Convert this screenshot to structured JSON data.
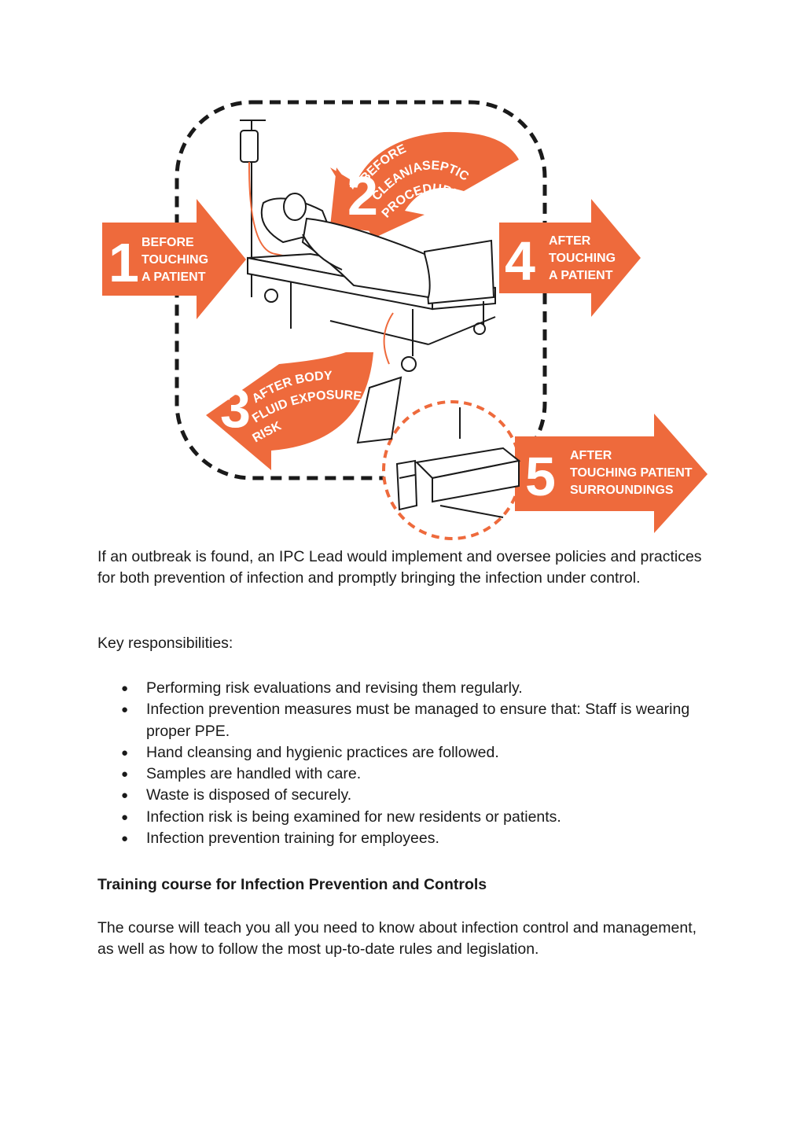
{
  "figure": {
    "moments": [
      {
        "number": "1",
        "lines": [
          "BEFORE",
          "TOUCHING",
          "A PATIENT"
        ]
      },
      {
        "number": "2",
        "lines": [
          "BEFORE",
          "CLEAN/ASEPTIC",
          "PROCEDURE"
        ]
      },
      {
        "number": "3",
        "lines": [
          "AFTER BODY",
          "FLUID EXPOSURE",
          "RISK"
        ]
      },
      {
        "number": "4",
        "lines": [
          "AFTER",
          "TOUCHING",
          "A PATIENT"
        ]
      },
      {
        "number": "5",
        "lines": [
          "AFTER",
          "TOUCHING PATIENT",
          "SURROUNDINGS"
        ]
      }
    ],
    "colors": {
      "accent": "#ee6a3c",
      "line": "#1a1a1a"
    },
    "icons": [
      "hospital-bed-icon",
      "patient-icon",
      "iv-drip-bag-icon",
      "urine-bag-icon",
      "bedside-cabinet-icon"
    ]
  },
  "document": {
    "intro": "If an outbreak is found, an IPC Lead would implement and oversee policies and practices for both prevention of infection and promptly bringing the infection under control.",
    "key_label": "Key responsibilities:",
    "responsibilities": [
      "Performing risk evaluations and revising them regularly.",
      "Infection prevention measures must be managed to ensure that: Staff is wearing proper PPE.",
      "Hand cleansing and hygienic practices are followed.",
      "Samples are handled with care.",
      "Waste is disposed of securely.",
      "Infection risk is being examined for new residents or patients.",
      "Infection prevention training for employees."
    ],
    "heading": "Training course for Infection Prevention and Controls",
    "course": "The course will teach you all you need to know about infection control and management, as well as how to follow the most up-to-date rules and legislation."
  }
}
